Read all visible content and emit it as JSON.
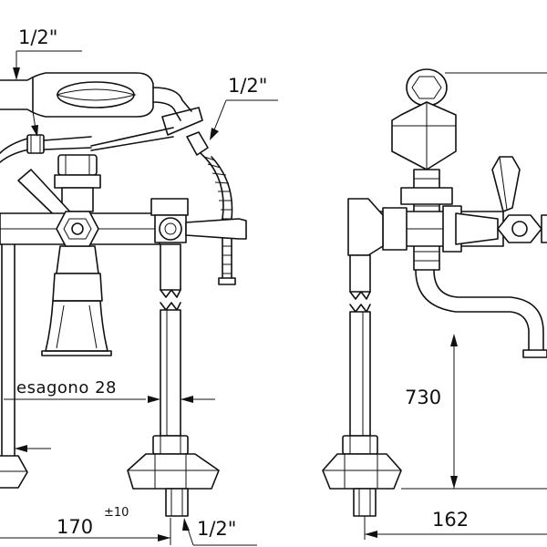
{
  "labels": {
    "hose_thread": "1/2\"",
    "hand_shower_thread": "1/2\"",
    "hex_note": "esagono 28",
    "height": "730",
    "projection": "162",
    "center_distance": "170",
    "tolerance": "±10",
    "inlet_thread": "1/2\""
  }
}
